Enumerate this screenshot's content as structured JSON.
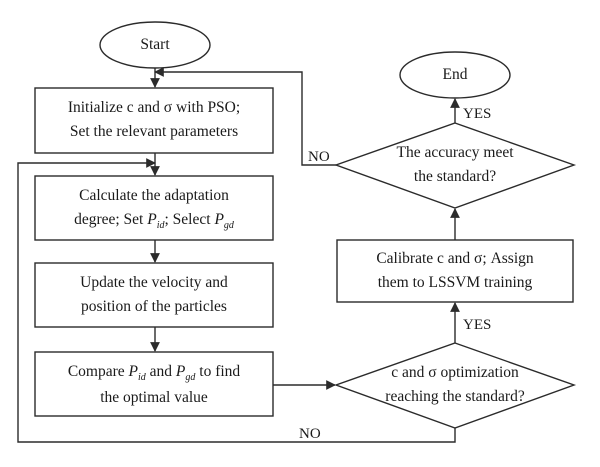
{
  "nodes": {
    "start": "Start",
    "end": "End",
    "init_line1": "Initialize c and σ with PSO;",
    "init_line2": "Set the relevant parameters",
    "calc_line1": "Calculate the adaptation",
    "calc_line2_a": "degree; Set ",
    "calc_line2_p1": "P",
    "calc_line2_s1": "id",
    "calc_line2_b": "; Select ",
    "calc_line2_p2": "P",
    "calc_line2_s2": "gd",
    "update_line1": "Update the velocity and",
    "update_line2": "position of the particles",
    "compare_line1_a": "Compare ",
    "compare_line1_p1": "P",
    "compare_line1_s1": "id",
    "compare_line1_b": " and ",
    "compare_line1_p2": "P",
    "compare_line1_s2": "gd",
    "compare_line1_c": " to find",
    "compare_line2": "the optimal value",
    "accuracy_line1": "The accuracy meet",
    "accuracy_line2": "the standard?",
    "calibrate_line1": "Calibrate c and σ; Assign",
    "calibrate_line2": "them to LSSVM training",
    "optim_line1": "c and σ optimization",
    "optim_line2": "reaching the standard?"
  },
  "edge_labels": {
    "yes_top": "YES",
    "no_top": "NO",
    "yes_mid": "YES",
    "no_bottom": "NO"
  },
  "colors": {
    "stroke": "#2b2b2b",
    "text": "#1a1a1a"
  }
}
